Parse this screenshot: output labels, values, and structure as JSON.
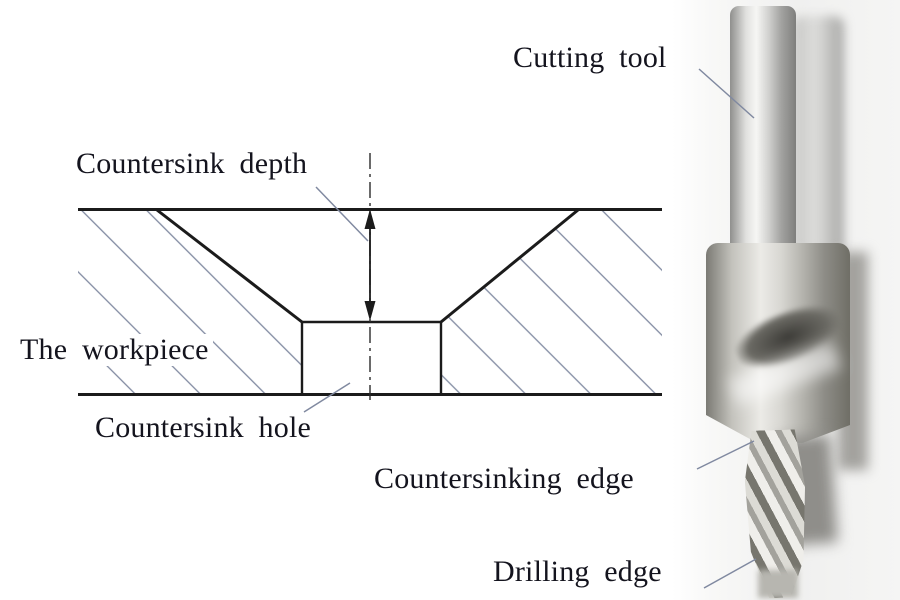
{
  "figure": {
    "diagram": {
      "labels": {
        "countersink_depth": "Countersink depth",
        "workpiece": "The workpiece",
        "countersink_hole": "Countersink hole"
      }
    },
    "photo": {
      "labels": {
        "cutting_tool": "Cutting tool",
        "countersinking_edge": "Countersinking edge",
        "drilling_edge": "Drilling edge"
      }
    },
    "colors": {
      "ink": "#1b1b1b",
      "hatch": "#8089a0",
      "leader": "#8089a0",
      "metal_light": "#efeeea",
      "metal_dark": "#75746e",
      "background": "#ffffff"
    }
  }
}
